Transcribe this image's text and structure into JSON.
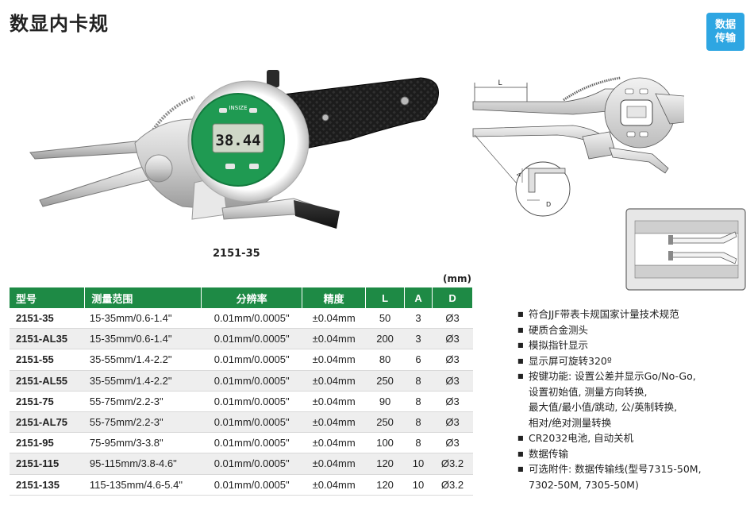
{
  "header": {
    "title": "数显内卡规",
    "badge_line1": "数据",
    "badge_line2": "传输"
  },
  "photo": {
    "lcd_reading": "38.44",
    "brand": "INSIZE",
    "caption": "2151-35"
  },
  "diagram": {
    "label_L": "L",
    "label_A": "A",
    "label_D": "D"
  },
  "table": {
    "unit": "(mm)",
    "headers": [
      "型号",
      "测量范围",
      "分辨率",
      "精度",
      "L",
      "A",
      "D"
    ],
    "rows": [
      [
        "2151-35",
        "15-35mm/0.6-1.4\"",
        "0.01mm/0.0005\"",
        "±0.04mm",
        "50",
        "3",
        "Ø3"
      ],
      [
        "2151-AL35",
        "15-35mm/0.6-1.4\"",
        "0.01mm/0.0005\"",
        "±0.04mm",
        "200",
        "3",
        "Ø3"
      ],
      [
        "2151-55",
        "35-55mm/1.4-2.2\"",
        "0.01mm/0.0005\"",
        "±0.04mm",
        "80",
        "6",
        "Ø3"
      ],
      [
        "2151-AL55",
        "35-55mm/1.4-2.2\"",
        "0.01mm/0.0005\"",
        "±0.04mm",
        "250",
        "8",
        "Ø3"
      ],
      [
        "2151-75",
        "55-75mm/2.2-3\"",
        "0.01mm/0.0005\"",
        "±0.04mm",
        "90",
        "8",
        "Ø3"
      ],
      [
        "2151-AL75",
        "55-75mm/2.2-3\"",
        "0.01mm/0.0005\"",
        "±0.04mm",
        "250",
        "8",
        "Ø3"
      ],
      [
        "2151-95",
        "75-95mm/3-3.8\"",
        "0.01mm/0.0005\"",
        "±0.04mm",
        "100",
        "8",
        "Ø3"
      ],
      [
        "2151-115",
        "95-115mm/3.8-4.6\"",
        "0.01mm/0.0005\"",
        "±0.04mm",
        "120",
        "10",
        "Ø3.2"
      ],
      [
        "2151-135",
        "115-135mm/4.6-5.4\"",
        "0.01mm/0.0005\"",
        "±0.04mm",
        "120",
        "10",
        "Ø3.2"
      ]
    ]
  },
  "features": [
    [
      "符合JJF带表卡规国家计量技术规范"
    ],
    [
      "硬质合金测头"
    ],
    [
      "模拟指针显示"
    ],
    [
      "显示屏可旋转320º"
    ],
    [
      "按键功能: 设置公差并显示Go/No-Go,",
      "设置初始值, 测量方向转换,",
      "最大值/最小值/跳动, 公/英制转换,",
      "相对/绝对测量转换"
    ],
    [
      "CR2032电池, 自动关机"
    ],
    [
      "数据传输"
    ],
    [
      "可选附件: 数据传输线(型号7315-50M,",
      "7302-50M, 7305-50M)"
    ]
  ]
}
